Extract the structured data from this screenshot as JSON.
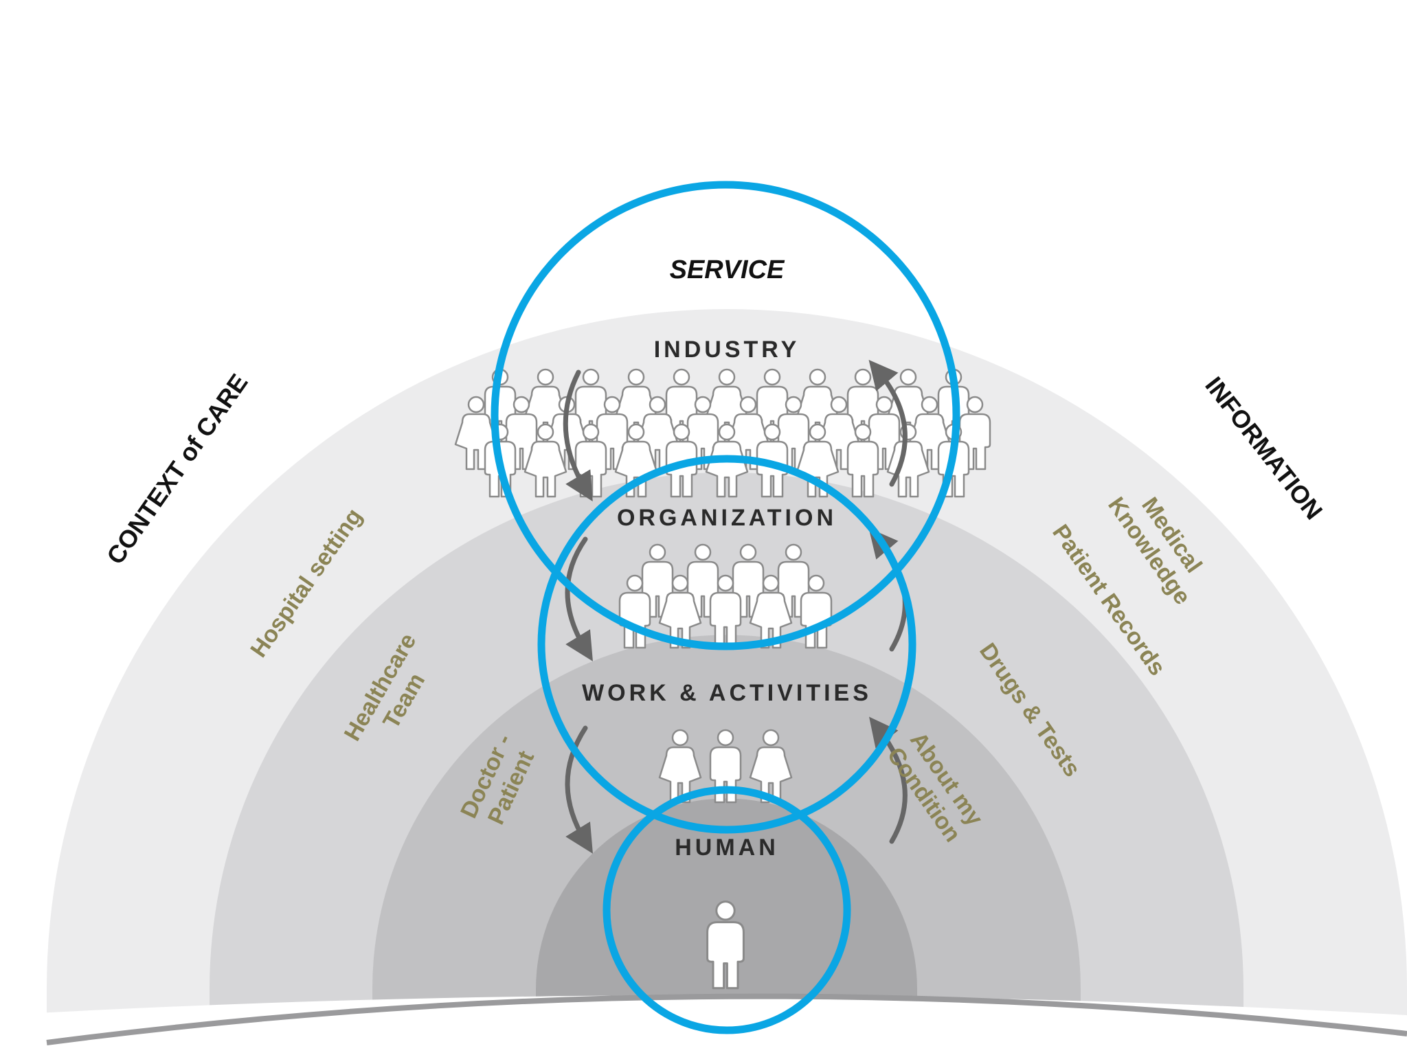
{
  "title": "SERVICE",
  "context_heading": "CONTEXT of CARE",
  "information_heading": "INFORMATION",
  "levels": {
    "industry": "INDUSTRY",
    "organization": "ORGANIZATION",
    "work": "WORK & ACTIVITIES",
    "human": "HUMAN"
  },
  "context_items": {
    "hospital": "Hospital setting",
    "team_line1": "Healthcare",
    "team_line2": "Team",
    "dp_line1": "Doctor -",
    "dp_line2": "Patient"
  },
  "information_items": {
    "medical_line1": "Medical",
    "medical_line2": "Knowledge",
    "records": "Patient Records",
    "drugs": "Drugs & Tests",
    "about_line1": "About my",
    "about_line2": "Condition"
  },
  "colors": {
    "ring_outer": "#ececed",
    "ring_2": "#d6d6d8",
    "ring_3": "#c1c1c3",
    "ring_inner": "#a8a8aa",
    "circle_stroke": "#0aa6e4",
    "side_text": "#8b8455",
    "arrow": "#666666"
  },
  "icons": [
    "person-icon",
    "curved-arrow-icon"
  ]
}
